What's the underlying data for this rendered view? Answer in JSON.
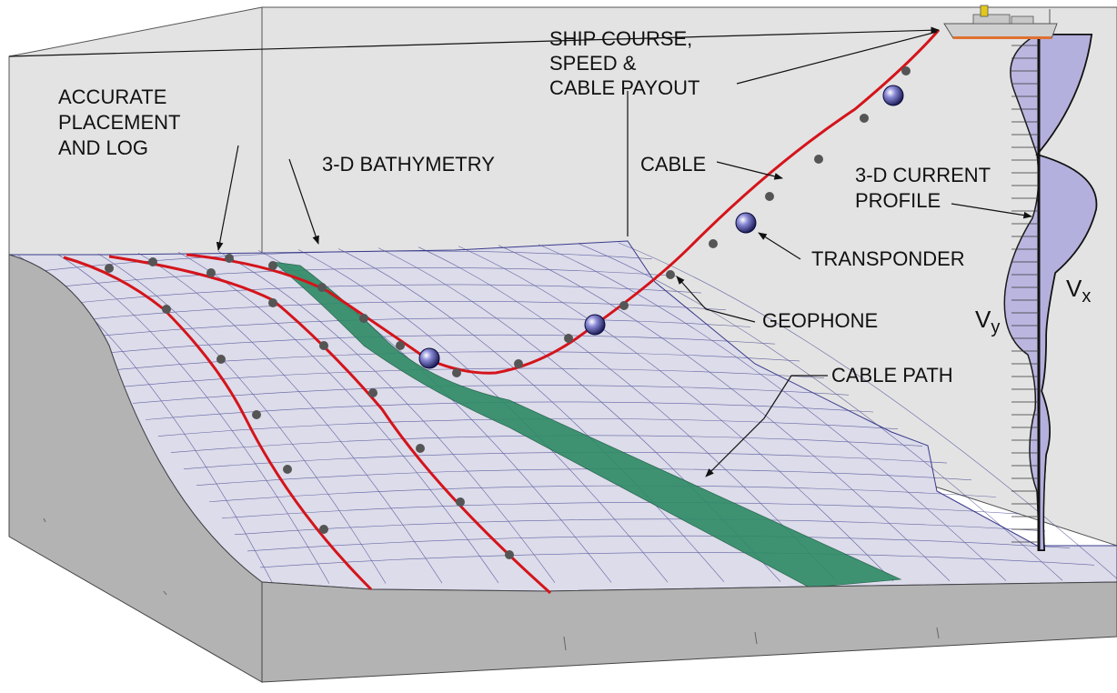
{
  "labels": {
    "ship_course": [
      "SHIP COURSE,",
      "SPEED &",
      "CABLE PAYOUT"
    ],
    "accurate_placement": [
      "ACCURATE",
      "PLACEMENT",
      "AND LOG"
    ],
    "bathymetry": "3-D BATHYMETRY",
    "cable": "CABLE",
    "current_profile": [
      "3-D CURRENT",
      "PROFILE"
    ],
    "transponder": "TRANSPONDER",
    "geophone": "GEOPHONE",
    "cable_path": "CABLE PATH",
    "vx_main": "V",
    "vx_sub": "x",
    "vy_main": "V",
    "vy_sub": "y"
  },
  "colors": {
    "box_face": "#e3e3e3",
    "box_dark": "#b3b3b3",
    "mesh_line": "#3a3a8c",
    "cable_red": "#d4141b",
    "geophone_dot": "#555555",
    "cable_path_green": "#2e8b66",
    "current_vx": "#5a6fb8",
    "current_vy": "#b9b4e0",
    "ship_hull": "#d0d0d0"
  },
  "icons": {
    "ship": "ship-icon",
    "transponder": "sphere-icon",
    "geophone": "dot-icon"
  }
}
